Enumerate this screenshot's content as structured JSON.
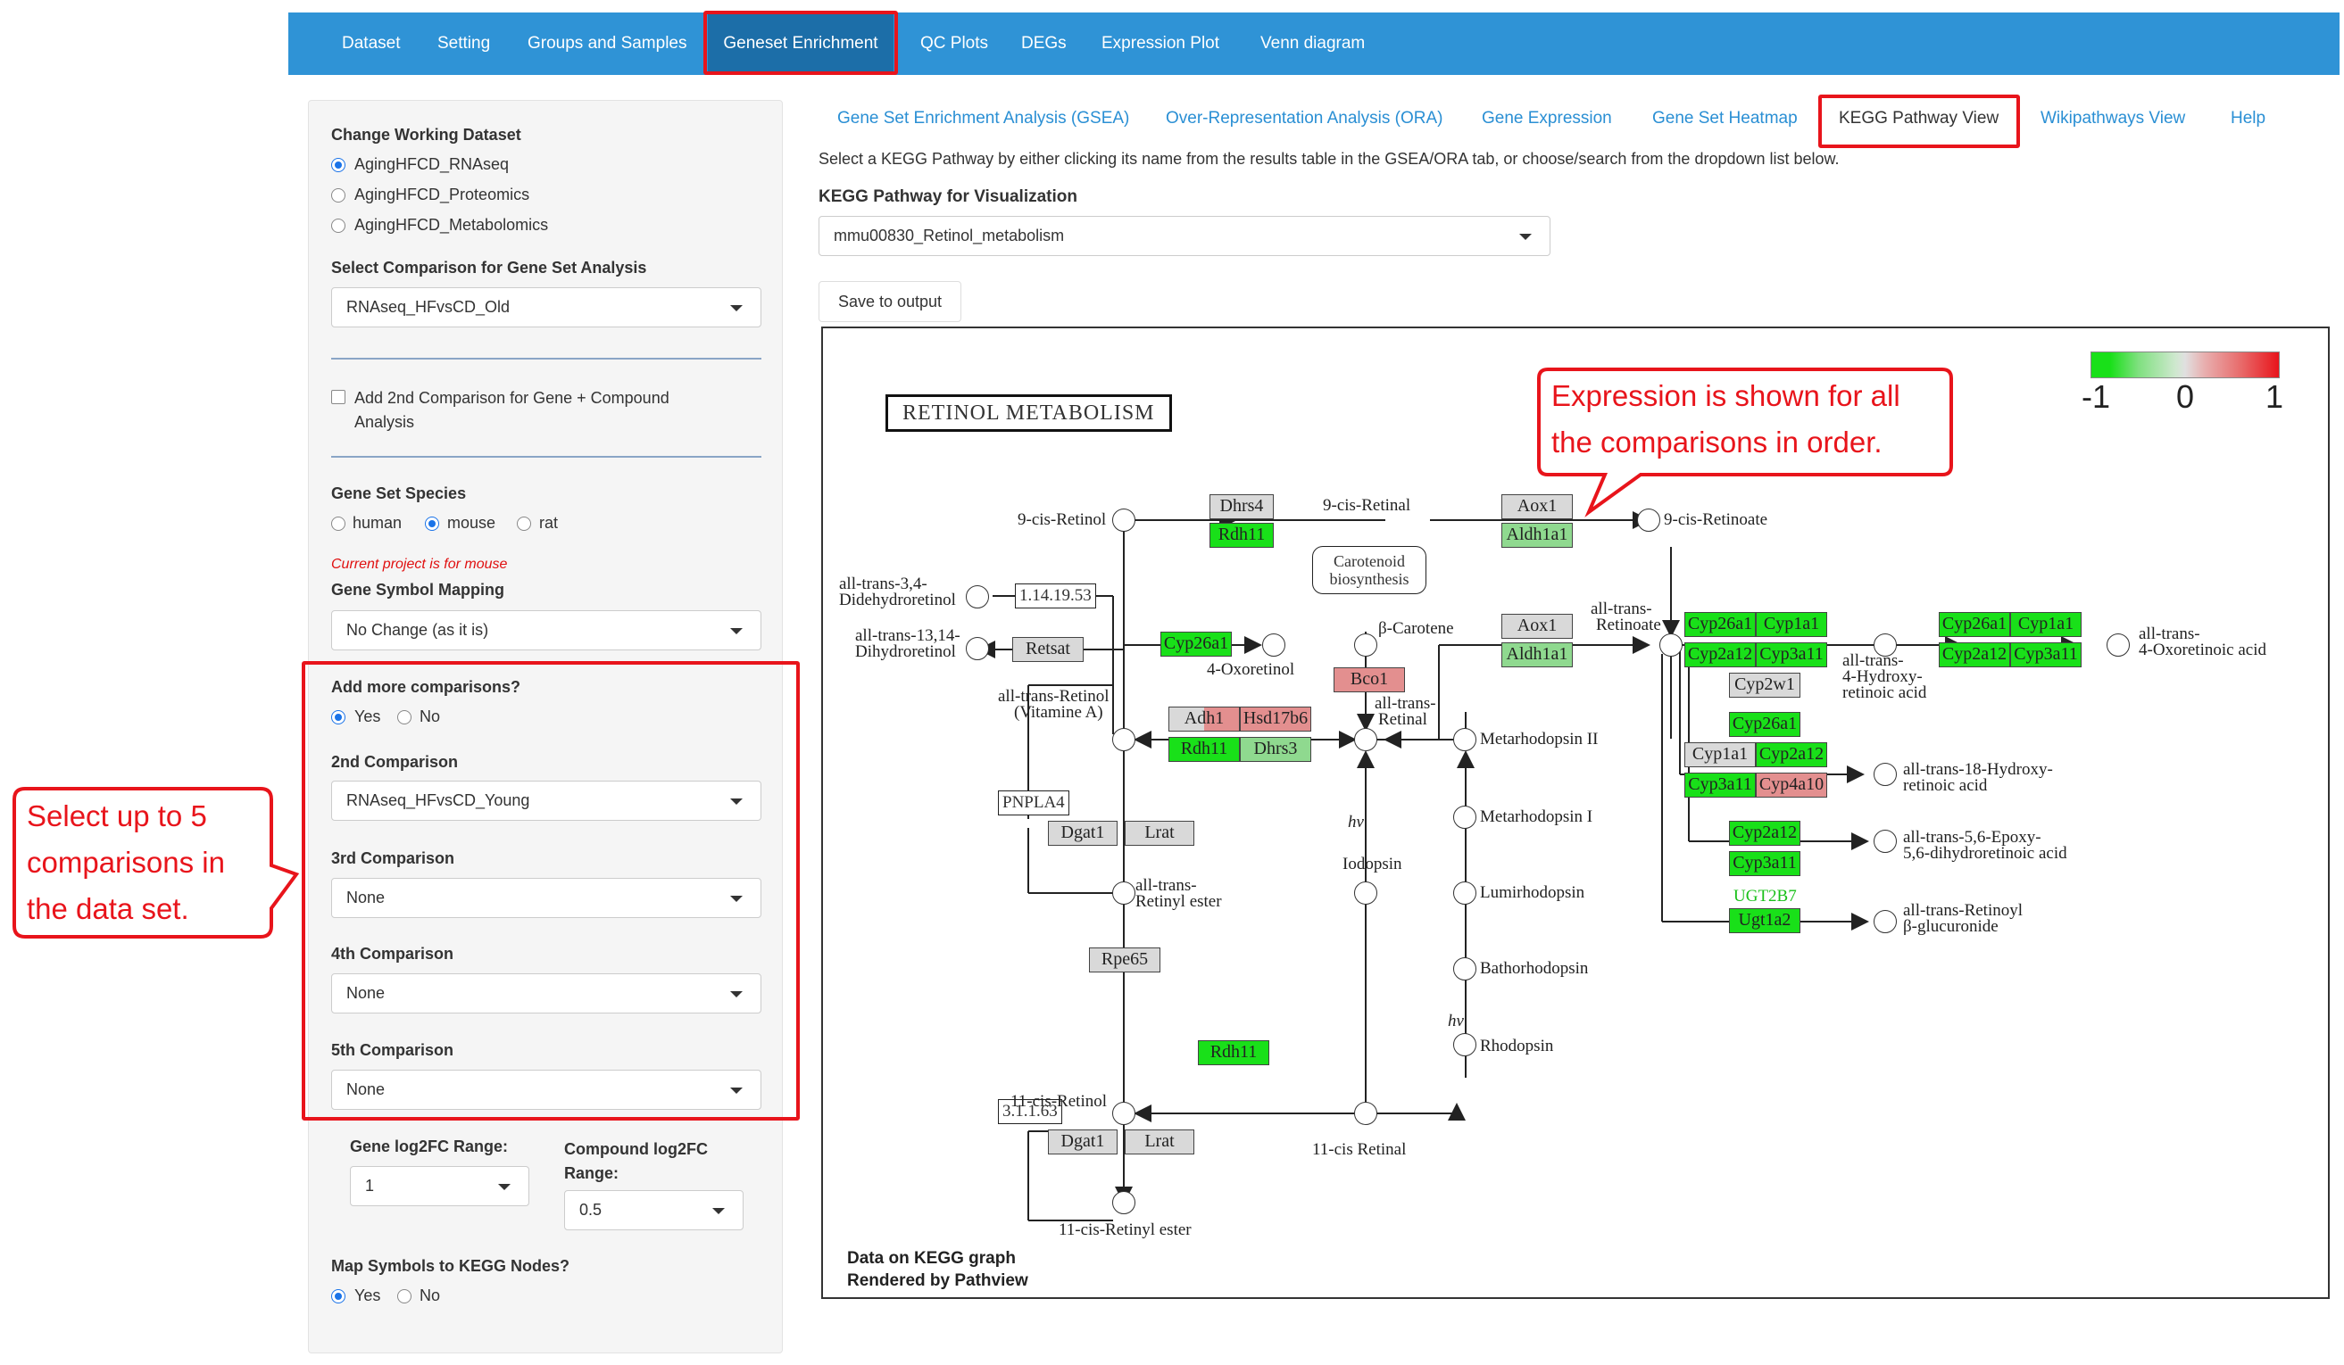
{
  "navbar": {
    "items": [
      "Dataset",
      "Setting",
      "Groups and Samples",
      "Geneset Enrichment",
      "QC Plots",
      "DEGs",
      "Expression Plot",
      "Venn diagram"
    ],
    "active_index": 3
  },
  "sidebar": {
    "working_dataset_label": "Change Working Dataset",
    "datasets": [
      "AgingHFCD_RNAseq",
      "AgingHFCD_Proteomics",
      "AgingHFCD_Metabolomics"
    ],
    "dataset_selected_index": 0,
    "comparison_label": "Select Comparison for Gene Set Analysis",
    "comparison_value": "RNAseq_HFvsCD_Old",
    "add_2nd_label_line1": "Add 2nd Comparison for Gene + Compound",
    "add_2nd_label_line2": "Analysis",
    "species_label": "Gene Set Species",
    "species": [
      "human",
      "mouse",
      "rat"
    ],
    "species_selected_index": 1,
    "project_note": "Current project is for mouse",
    "symbol_mapping_label": "Gene Symbol Mapping",
    "symbol_mapping_value": "No Change (as it is)",
    "more_comparisons_label": "Add more comparisons?",
    "yes_label": "Yes",
    "no_label": "No",
    "comparison2_label": "2nd Comparison",
    "comparison2_value": "RNAseq_HFvsCD_Young",
    "comparison3_label": "3rd Comparison",
    "comparison3_value": "None",
    "comparison4_label": "4th Comparison",
    "comparison4_value": "None",
    "comparison5_label": "5th Comparison",
    "comparison5_value": "None",
    "gene_range_label": "Gene log2FC Range:",
    "gene_range_value": "1",
    "compound_range_label_line1": "Compound log2FC",
    "compound_range_label_line2": "Range:",
    "compound_range_value": "0.5",
    "map_symbols_label": "Map Symbols to KEGG Nodes?"
  },
  "tabs": {
    "items": [
      "Gene Set Enrichment Analysis (GSEA)",
      "Over-Representation Analysis (ORA)",
      "Gene Expression",
      "Gene Set Heatmap",
      "KEGG Pathway View",
      "Wikipathways View",
      "Help"
    ],
    "active_index": 4
  },
  "main": {
    "instruction": "Select a KEGG Pathway by either clicking its name from the results table in the GSEA/ORA tab, or choose/search from the dropdown list below.",
    "pathway_label": "KEGG Pathway for Visualization",
    "pathway_value": "mmu00830_Retinol_metabolism",
    "save_button": "Save to output"
  },
  "callouts": {
    "left_line1": "Select up to 5",
    "left_line2": "comparisons in",
    "left_line3": "the data set.",
    "right_line1": "Expression is shown for all",
    "right_line2": "the comparisons in order."
  },
  "kegg": {
    "title": "RETINOL  METABOLISM",
    "footer_line1": "Data on KEGG graph",
    "footer_line2": "Rendered by Pathview",
    "legend_ticks": [
      "-1",
      "0",
      "1"
    ],
    "colors": {
      "down": "#19e019",
      "neutral": "#d9d9d9",
      "up": "#e8141b"
    },
    "genes": {
      "dhrs4": "Dhrs4",
      "rdh11_a": "Rdh11",
      "aox1_a": "Aox1",
      "aldh1a1_a": "Aldh1a1",
      "retsat": "Retsat",
      "cyp26a1_a": "Cyp26a1",
      "bco1": "Bco1",
      "aox1_b": "Aox1",
      "aldh1a1_b": "Aldh1a1",
      "adh1": "Adh1",
      "hsd17b6": "Hsd17b6",
      "rdh11_b": "Rdh11",
      "dhrs3": "Dhrs3",
      "pnpla4": "PNPLA4",
      "dgat1_a": "Dgat1",
      "lrat_a": "Lrat",
      "rpe65": "Rpe65",
      "rdh11_c": "Rdh11",
      "dgat1_b": "Dgat1",
      "lrat_b": "Lrat",
      "cyp26a1_b": "Cyp26a1",
      "cyp1a1_b": "Cyp1a1",
      "cyp2a12_b": "Cyp2a12",
      "cyp3a11_b": "Cyp3a11",
      "cyp2w1": "Cyp2w1",
      "cyp26a1_c": "Cyp26a1",
      "cyp1a1_c": "Cyp1a1",
      "cyp2a12_c": "Cyp2a12",
      "cyp3a11_c": "Cyp3a11",
      "cyp26a1_d": "Cyp26a1",
      "cyp1a1_d": "Cyp1a1",
      "cyp2a12_d": "Cyp2a12",
      "cyp3a11_d": "Cyp3a11",
      "cyp4a10": "Cyp4a10",
      "cyp2a12_e": "Cyp2a12",
      "cyp3a11_e": "Cyp3a11",
      "ugt2b7": "UGT2B7",
      "ugt1a2": "Ugt1a2"
    },
    "enzymes": {
      "ec1": "1.14.19.53",
      "ec2": "3.1.1.63"
    },
    "compounds": {
      "cis9_retinol": "9-cis-Retinol",
      "cis9_retinal": "9-cis-Retinal",
      "cis9_retinoate": "9-cis-Retinoate",
      "didehydro1": "all-trans-3,4-",
      "didehydro2": "Didehydroretinol",
      "dihydro1": "all-trans-13,14-",
      "dihydro2": "Dihydroretinol",
      "carot1": "Carotenoid",
      "carot2": "biosynthesis",
      "bcarotene": "β-Carotene",
      "oxoretinol": "4-Oxoretinol",
      "retinol1": "all-trans-Retinol",
      "retinol2": "(Vitamine A)",
      "retinal1": "all-trans-",
      "retinal2": "Retinal",
      "retinoate1": "all-trans-",
      "retinoate2": "Retinoate",
      "meta2": "Metarhodopsin II",
      "meta1": "Metarhodopsin I",
      "lumi": "Lumirhodopsin",
      "batho": "Bathorhodopsin",
      "rhodo": "Rhodopsin",
      "iodo": "Iodopsin",
      "hv": "hv",
      "retinylester1": "all-trans-",
      "retinylester2": "Retinyl ester",
      "cis11_retinol": "11-cis-Retinol",
      "cis11_retinal": "11-cis Retinal",
      "cis11_ester": "11-cis-Retinyl ester",
      "hydroxy4_1": "all-trans-",
      "hydroxy4_2": "4-Hydroxy-",
      "hydroxy4_3": "retinoic acid",
      "oxo4_1": "all-trans-",
      "oxo4_2": "4-Oxoretinoic acid",
      "hydroxy18_1": "all-trans-18-Hydroxy-",
      "hydroxy18_2": "retinoic acid",
      "epoxy_1": "all-trans-5,6-Epoxy-",
      "epoxy_2": "5,6-dihydroretinoic acid",
      "gluc_1": "all-trans-Retinoyl",
      "gluc_2": "β-glucuronide"
    }
  }
}
